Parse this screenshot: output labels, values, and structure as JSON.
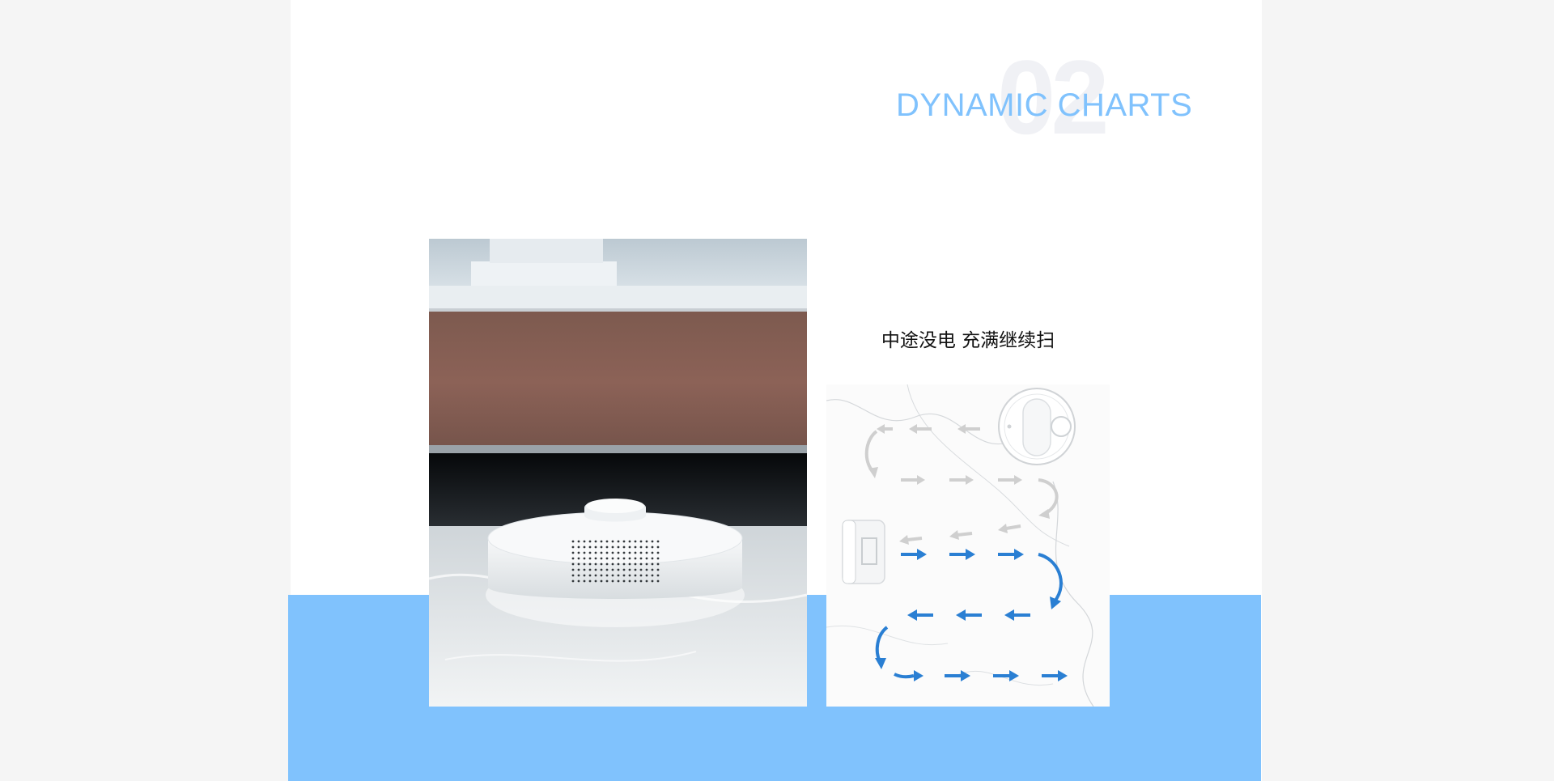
{
  "section": {
    "number": "02",
    "title": "DYNAMIC CHARTS"
  },
  "feature": {
    "caption": "中途没电 充满继续扫"
  },
  "colors": {
    "accent_blue": "#80c2fd",
    "path_active": "#2a7fd3",
    "path_done": "#cfcfcf",
    "background": "#f5f5f5",
    "page": "#ffffff"
  },
  "icons": {
    "robot": "robot-vacuum-icon",
    "dock": "charging-dock-icon",
    "arrow": "path-arrow-icon"
  }
}
